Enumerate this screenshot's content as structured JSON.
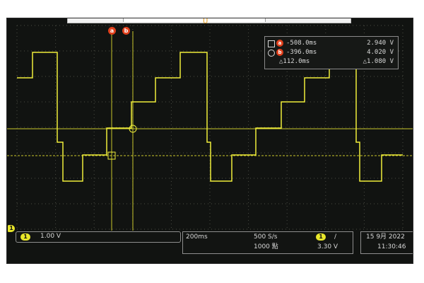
{
  "cursor_a": {
    "badge": "a",
    "time": "-508.0ms",
    "voltage": "2.940 V"
  },
  "cursor_b": {
    "badge": "b",
    "time": "-396.0ms",
    "voltage": "4.020 V"
  },
  "delta": {
    "time": "△112.0ms",
    "voltage": "△1.080 V"
  },
  "trigger_marker": "U",
  "channel": {
    "number": "1",
    "scale": "1.00 V"
  },
  "timebase": {
    "scale": "200ms",
    "sample_rate": "500 S/s",
    "points": "1000 點",
    "trigger_channel": "1",
    "trigger_slope": "/",
    "trigger_level": "3.30 V"
  },
  "datetime": {
    "date": "15 9月 2022",
    "time": "11:30:46"
  },
  "colors": {
    "trace": "#f0ee3a",
    "grid": "#4a4c44",
    "cursor": "#c9c72a",
    "badge": "#e0401c"
  },
  "icons": [
    "channel-1-marker-icon",
    "trigger-marker-icon",
    "cursor-square-icon",
    "cursor-circle-icon"
  ]
}
